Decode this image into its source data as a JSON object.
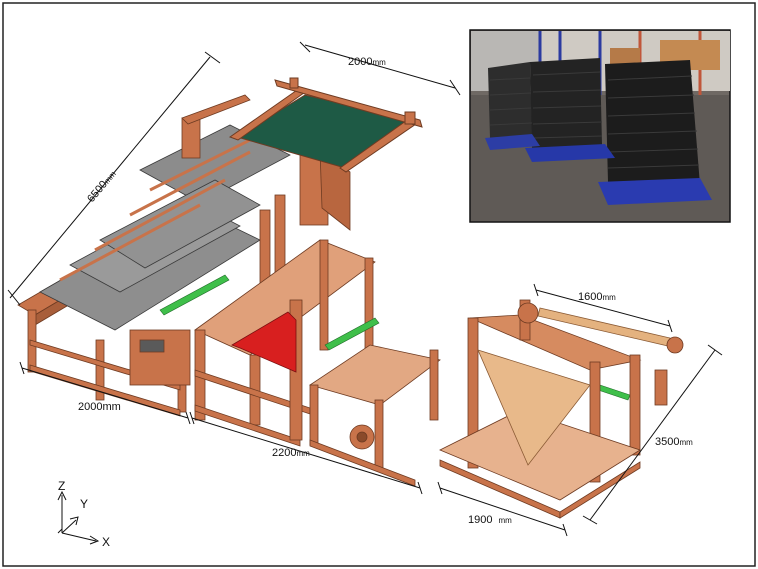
{
  "diagram": {
    "dimensions": {
      "d6500": {
        "value": "6500",
        "unit": "mm"
      },
      "d2000top": {
        "value": "2000",
        "unit": "mm"
      },
      "d2000left": {
        "value": "2000",
        "unit": "mm"
      },
      "d2200": {
        "value": "2200",
        "unit": "mm"
      },
      "d1900": {
        "value": "1900",
        "unit": "mm"
      },
      "d1600": {
        "value": "1600",
        "unit": "mm"
      },
      "d3500": {
        "value": "3500",
        "unit": "mm"
      }
    },
    "axes": {
      "z": "Z",
      "y": "Y",
      "x": "X"
    }
  },
  "colors": {
    "frame": "#c8734a",
    "frame_dark": "#8a4a2a",
    "table_top": "#8e8e8e",
    "conveyor": "#1e5a45",
    "rollers": "#3fbf4a",
    "red_panel": "#d81f1f",
    "triangle": "#e8b98a",
    "photo_bg": "#6d6660"
  }
}
